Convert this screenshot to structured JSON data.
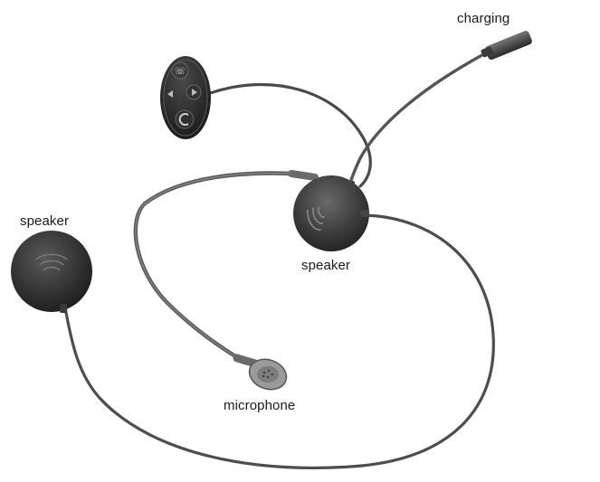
{
  "labels": {
    "charging": "charging",
    "speaker_left": "speaker",
    "speaker_center": "speaker",
    "microphone": "microphone"
  },
  "parts": {
    "remote_icons": [
      "phone-icon",
      "left-arrow-icon",
      "right-arrow-icon",
      "power-icon"
    ]
  },
  "colors": {
    "background": "#ffffff",
    "device_dark": "#2b2b2b",
    "cable": "#4a4a4a",
    "text": "#1a1a1a"
  }
}
